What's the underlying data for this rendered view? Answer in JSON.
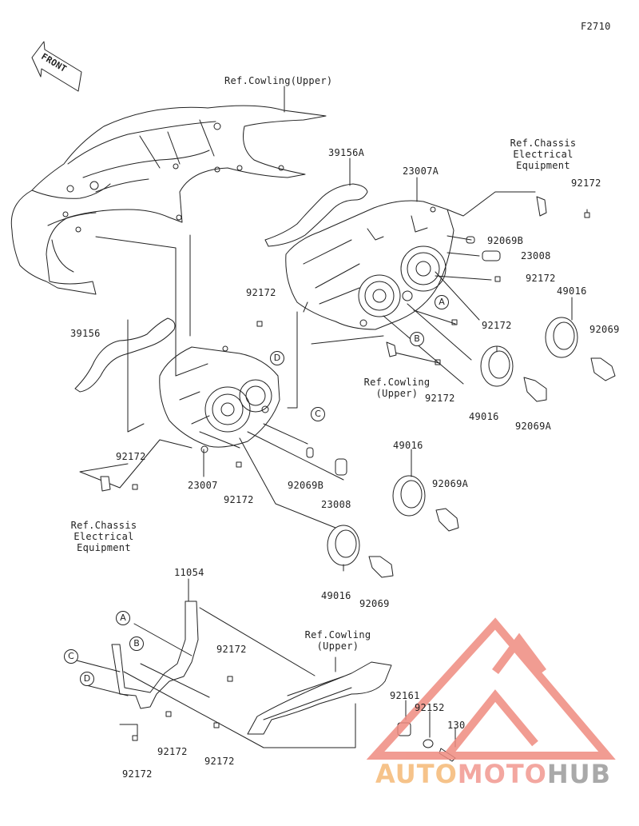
{
  "figure_code": "F2710",
  "front_label": "FRONT",
  "labels": {
    "ref_cowling_upper_top": "Ref.Cowling(Upper)",
    "p39156A": "39156A",
    "p23007A": "23007A",
    "ref_chassis_right": "Ref.Chassis\nElectrical\nEquipment",
    "p92172_a": "92172",
    "p92069B_r": "92069B",
    "p23008_r": "23008",
    "p92172_b": "92172",
    "p49016_a": "49016",
    "p92172_c": "92172",
    "p92069_a": "92069",
    "p39156": "39156",
    "p92172_d": "92172",
    "ref_cowling_upper_mid": "Ref.Cowling\n(Upper)",
    "p92172_e": "92172",
    "p49016_b": "49016",
    "p92069A_a": "92069A",
    "p92172_f": "92172",
    "p23007": "23007",
    "p92172_g": "92172",
    "p92069B_l": "92069B",
    "p23008_l": "23008",
    "p49016_c": "49016",
    "p92069A_b": "92069A",
    "ref_chassis_left": "Ref.Chassis\nElectrical\nEquipment",
    "p49016_d": "49016",
    "p92069_b": "92069",
    "p11054": "11054",
    "p92172_h": "92172",
    "ref_cowling_upper_bot": "Ref.Cowling\n(Upper)",
    "p92161": "92161",
    "p92152": "92152",
    "p130": "130",
    "p92172_i": "92172",
    "p92172_j": "92172",
    "p92172_k": "92172"
  },
  "callouts": {
    "A": "A",
    "B": "B",
    "C": "C",
    "D": "D"
  },
  "watermark": {
    "part1": "AUTO",
    "part2": "MOTO",
    "part3": "HUB",
    "colors": {
      "auto": "#f6c38a",
      "moto": "#f3a7a0",
      "hub": "#a9a9a9",
      "triangle": "#ef8b80"
    }
  }
}
